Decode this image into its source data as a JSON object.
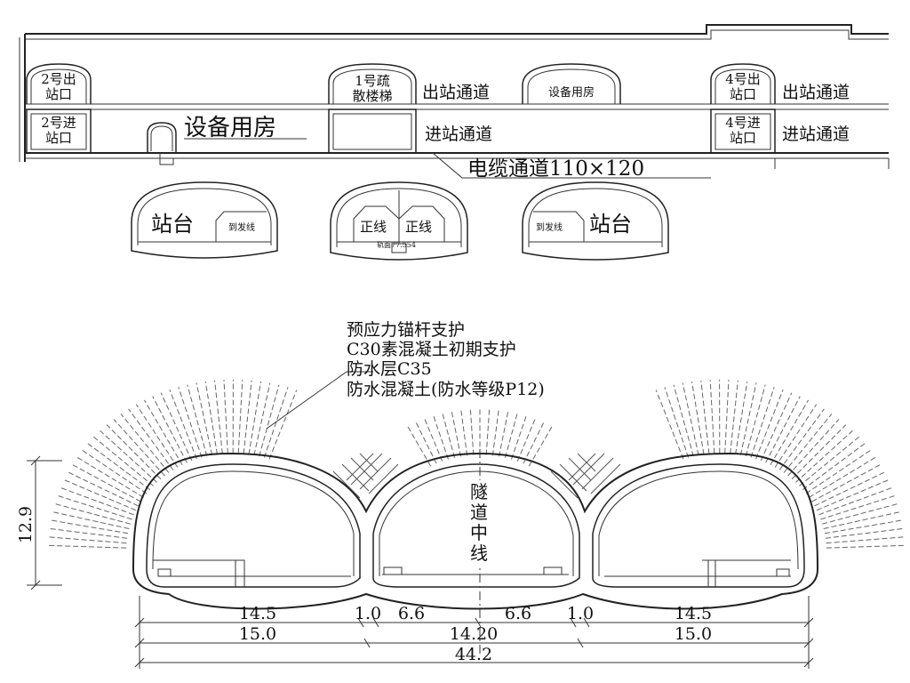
{
  "plan": {
    "exit2": "2号出站口",
    "entry2": "2号进站口",
    "equipment_room": "设备用房",
    "stair1": "1号疏散楼梯",
    "exit_passage": "出站通道",
    "equipment_room_small": "设备用房",
    "exit4": "4号出站口",
    "exit_passage_right": "出站通道",
    "entry4": "4号进站口",
    "entry_passage": "进站通道",
    "entry_passage_right": "进站通道",
    "cable_channel": "电缆通道110×120",
    "platform_left": "站台",
    "arrival_left": "到发线",
    "main_line_1": "正线",
    "main_line_2": "正线",
    "elevation": "轨面77.554",
    "arrival_right": "到发线",
    "platform_right": "站台"
  },
  "section": {
    "annotations": [
      "预应力锚杆支护",
      "C30素混凝土初期支护",
      "防水层C35",
      "防水混凝土(防水等级P12)"
    ],
    "centerline_label": "隧道中线",
    "height_label": "12.9",
    "dim_row1": [
      "14.5",
      "1.0",
      "6.6",
      "6.6",
      "1.0",
      "14.5"
    ],
    "dim_row2": [
      "15.0",
      "14.20",
      "15.0"
    ],
    "dim_total": "44.2"
  },
  "colors": {
    "line": "#222222",
    "background": "#ffffff"
  }
}
